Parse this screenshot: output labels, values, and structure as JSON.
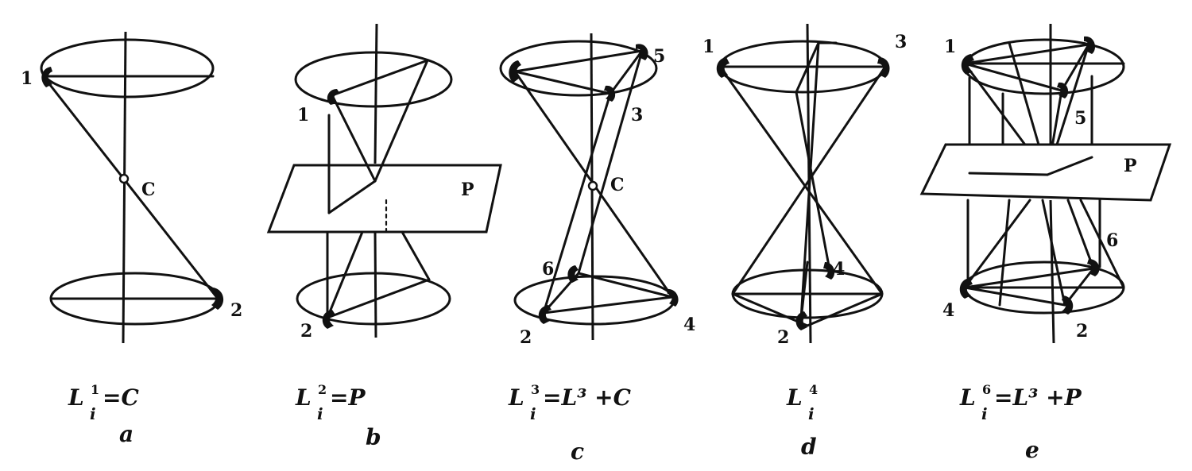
{
  "panels": [
    {
      "id": "a",
      "point_labels": [
        "1",
        "2"
      ],
      "center_label": "C",
      "caption": {
        "L": "L",
        "sup": "1",
        "sub": "i",
        "rest": "=C"
      },
      "letter": "a"
    },
    {
      "id": "b",
      "point_labels": [
        "1",
        "2"
      ],
      "plane_label": "P",
      "caption": {
        "L": "L",
        "sup": "2",
        "sub": "i",
        "rest": "=P"
      },
      "letter": "b"
    },
    {
      "id": "c",
      "point_labels": [
        "5",
        "3",
        "6",
        "2",
        "4"
      ],
      "center_label": "C",
      "caption": {
        "L": "L",
        "sup": "3",
        "sub": "i",
        "rest": "=L³ +C"
      },
      "letter": "c"
    },
    {
      "id": "d",
      "point_labels": [
        "1",
        "3",
        "4",
        "2"
      ],
      "caption": {
        "L": "L",
        "sup": "4",
        "sub": "i",
        "rest": ""
      },
      "letter": "d"
    },
    {
      "id": "e",
      "point_labels": [
        "1",
        "5",
        "6",
        "4",
        "2"
      ],
      "plane_label": "P",
      "caption": {
        "L": "L",
        "sup": "6",
        "sub": "i",
        "rest": "=L³ +P"
      },
      "letter": "e"
    }
  ]
}
